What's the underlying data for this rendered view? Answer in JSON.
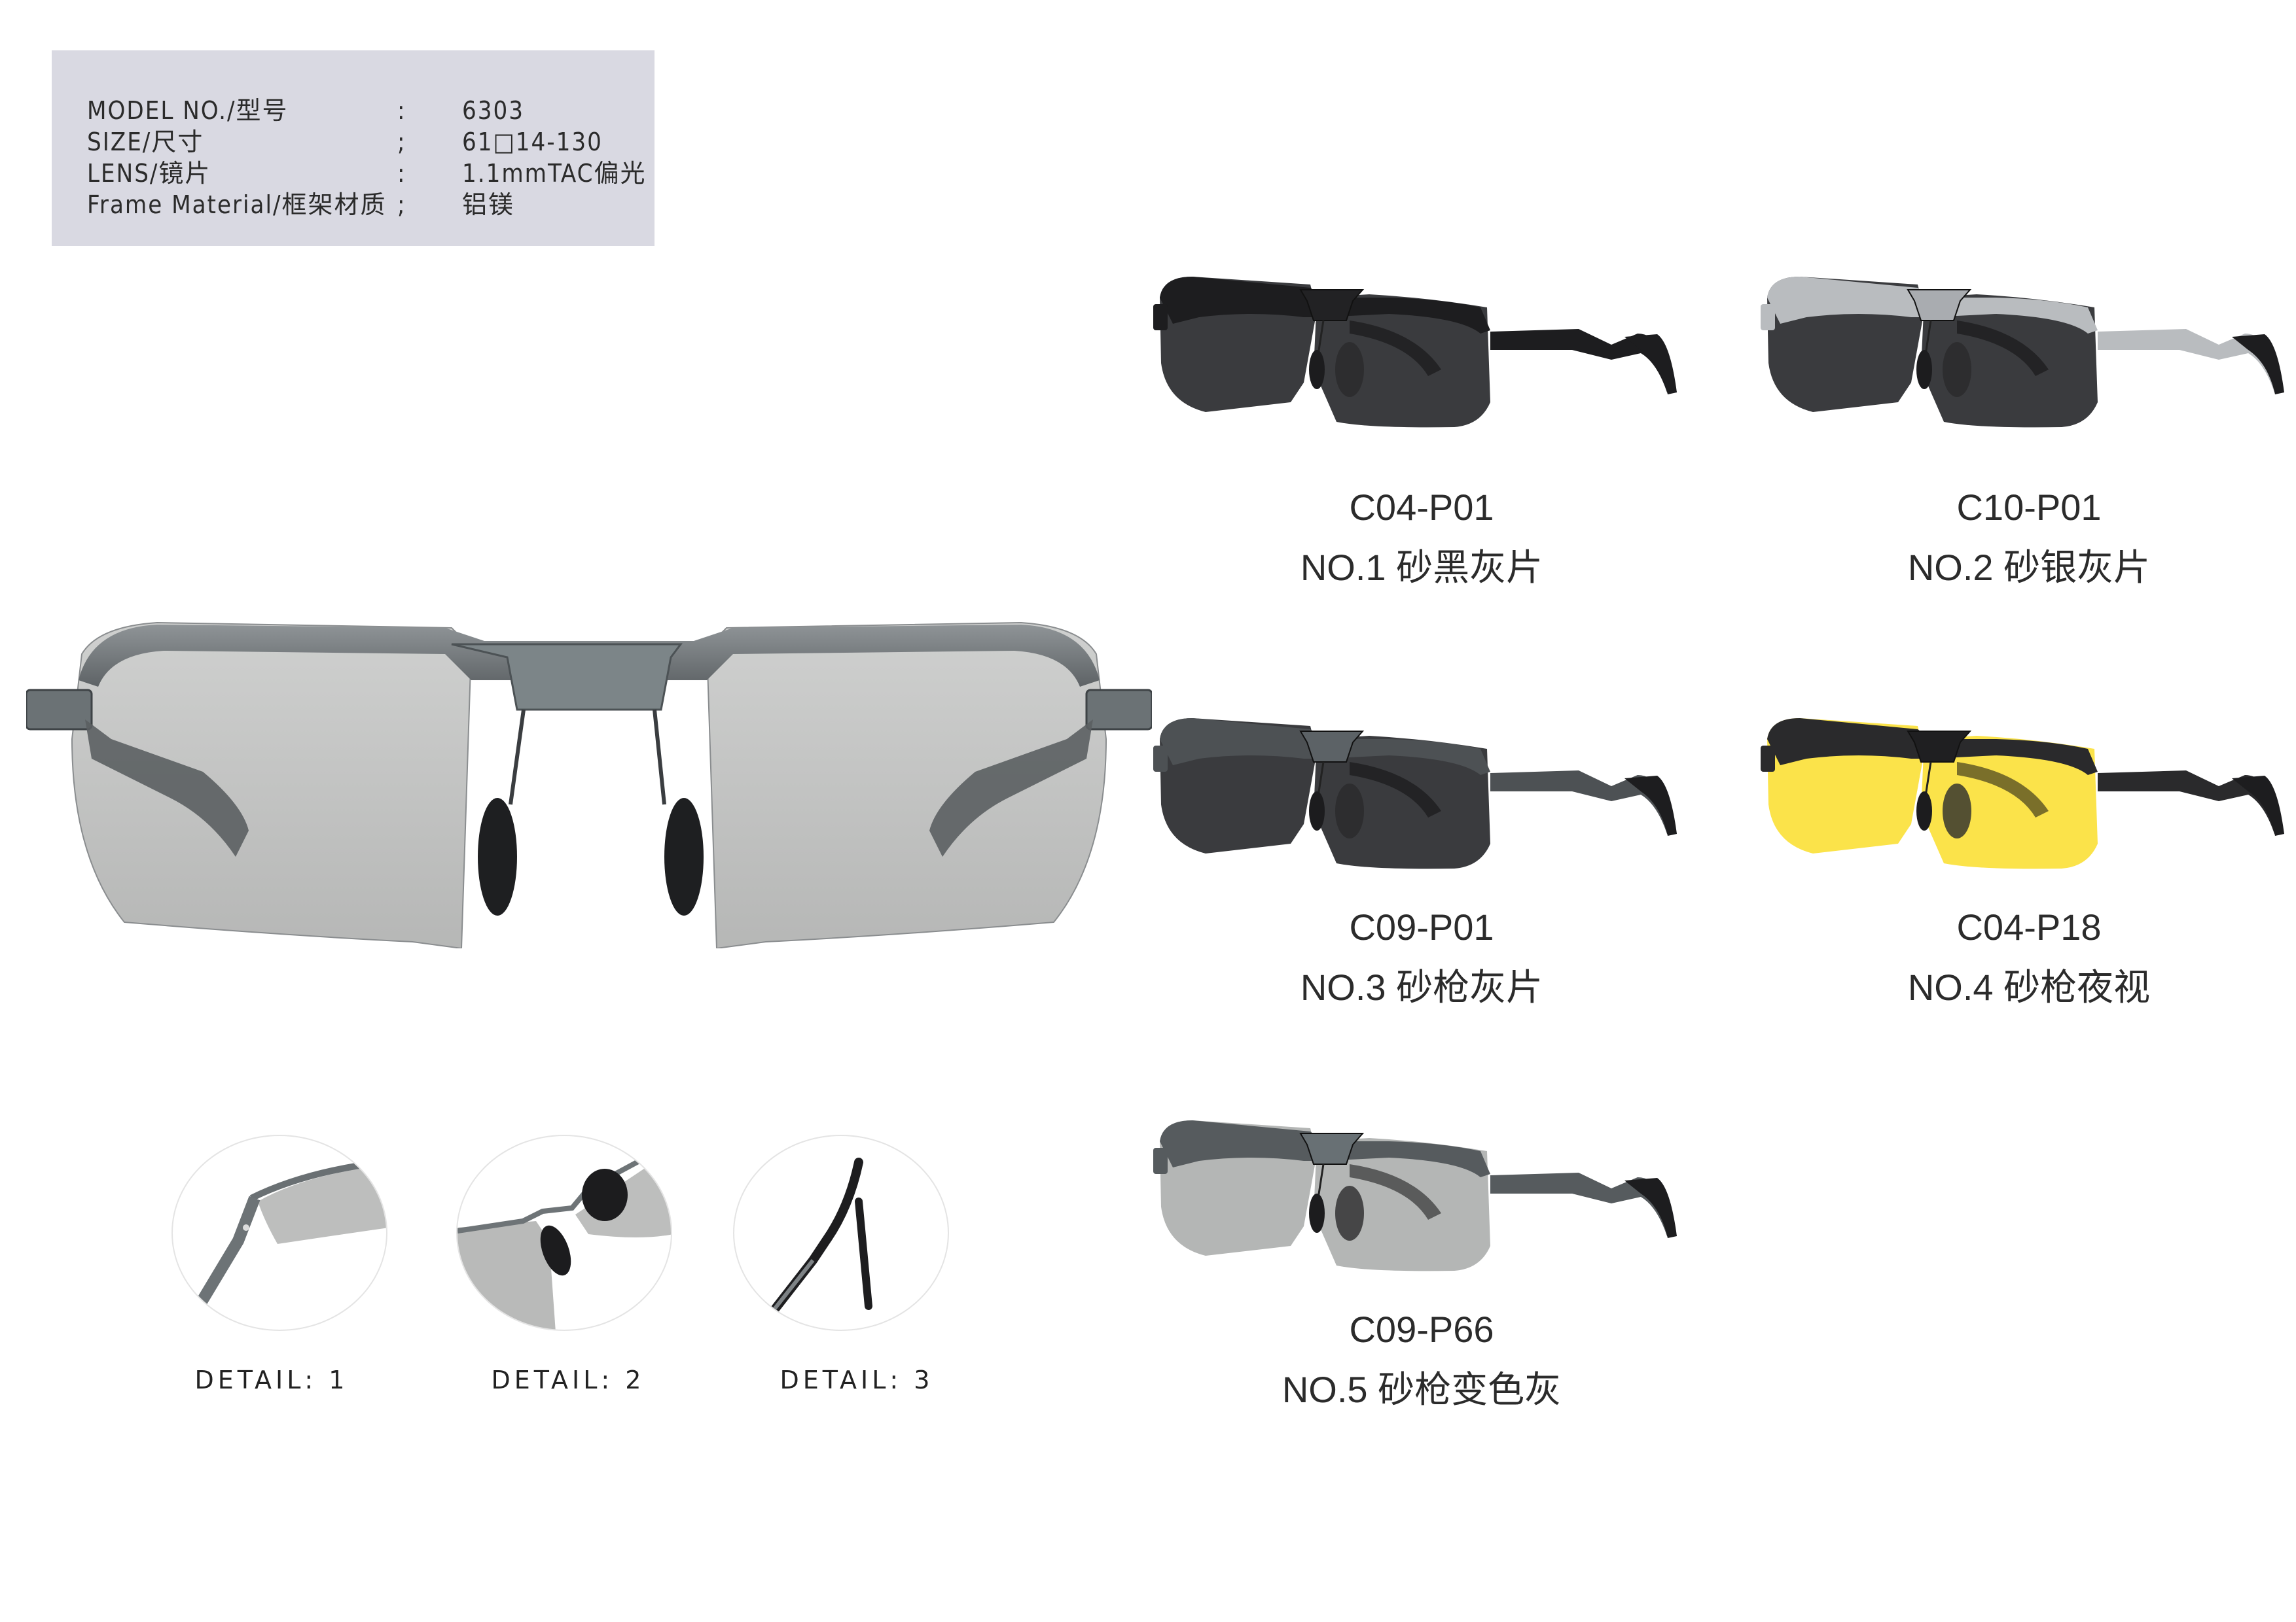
{
  "spec_sheet": {
    "rows": [
      {
        "label": "MODEL NO./型号",
        "separator": ":",
        "value": "6303"
      },
      {
        "label": "SIZE/尺寸",
        "separator": ";",
        "value": "61□14-130"
      },
      {
        "label": "LENS/镜片",
        "separator": ":",
        "value": "1.1mmTAC偏光"
      },
      {
        "label": "Frame Material/框架材质",
        "separator": ";",
        "value": "铝镁"
      }
    ],
    "background": "#d9d9e2"
  },
  "main_product": {
    "image": "sunglasses-front-view",
    "lens_color": "#b8b9b8",
    "frame_color": "#6d7274"
  },
  "details": [
    {
      "label": "DETAIL:  1",
      "image": "hinge-closeup"
    },
    {
      "label": "DETAIL:  2",
      "image": "nose-pad-closeup"
    },
    {
      "label": "DETAIL:  3",
      "image": "temple-tip-closeup"
    }
  ],
  "variants": [
    {
      "code": "C04-P01",
      "name": "NO.1 砂黑灰片",
      "lens_color": "#3a3b3e",
      "frame_color": "#1d1d1f",
      "bridge_color": "#222224"
    },
    {
      "code": "C10-P01",
      "name": "NO.2 砂银灰片",
      "lens_color": "#3a3b3e",
      "frame_color": "#b9bcbf",
      "bridge_color": "#a9acb0"
    },
    {
      "code": "C09-P01",
      "name": "NO.3 砂枪灰片",
      "lens_color": "#3a3b3e",
      "frame_color": "#4d5154",
      "bridge_color": "#5c6266"
    },
    {
      "code": "C04-P18",
      "name": "NO.4 砂枪夜视",
      "lens_color": "#fbe34a",
      "frame_color": "#2a2a2c",
      "bridge_color": "#1f1f21"
    },
    {
      "code": "C09-P66",
      "name": "NO.5 砂枪变色灰",
      "lens_color": "#b4b6b5",
      "frame_color": "#565b5e",
      "bridge_color": "#687074"
    }
  ]
}
